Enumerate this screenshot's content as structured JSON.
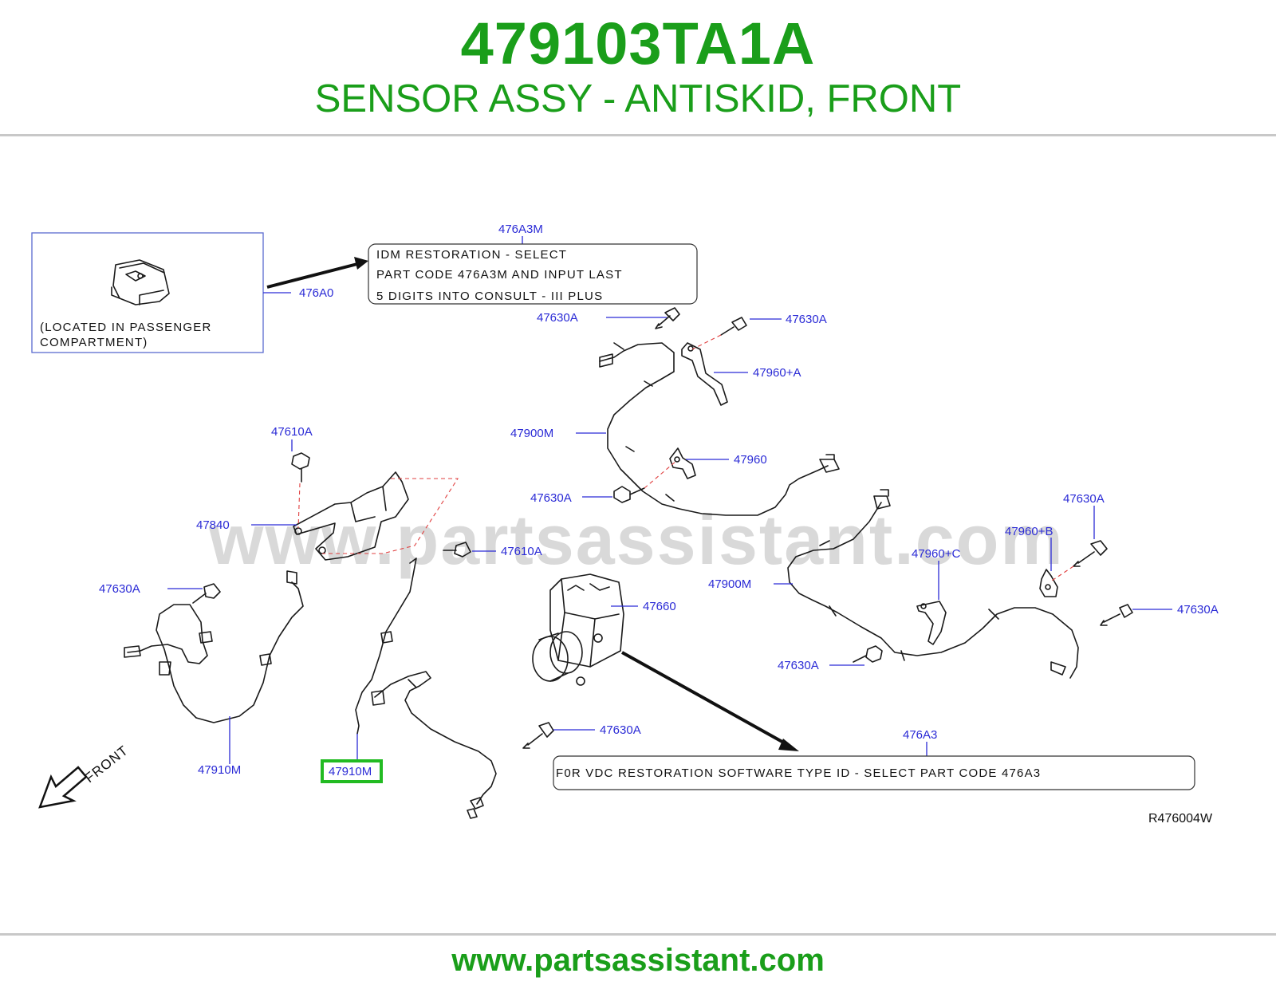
{
  "header": {
    "part_number": "479103TA1A",
    "description": "SENSOR ASSY - ANTISKID, FRONT"
  },
  "diagram": {
    "watermark": "www.partsassistant.com",
    "drawing_code": "R476004W",
    "front_label": "FRONT",
    "located_note": [
      "(LOCATED  IN  PASSENGER",
      "COMPARTMENT)"
    ],
    "idm_note": [
      "IDM   RESTORATION   -   SELECT",
      "PART   CODE   476A3M   AND   INPUT   LAST",
      "5   DIGITS   INTO   CONSULT   -   III   PLUS"
    ],
    "vdc_note": "F0R   VDC   RESTORATION   SOFTWARE   TYPE   ID   -   SELECT   PART   CODE   476A3",
    "labels": {
      "l476A3M": "476A3M",
      "l476A0": "476A0",
      "l47630A_1": "47630A",
      "l47630A_2": "47630A",
      "l47960A": "47960+A",
      "l47900M_1": "47900M",
      "l47960": "47960",
      "l47630A_3": "47630A",
      "l47610A_1": "47610A",
      "l47840": "47840",
      "l47610A_2": "47610A",
      "l47630A_4": "47630A",
      "l47960B": "47960+B",
      "l47960C": "47960+C",
      "l47900M_2": "47900M",
      "l47630A_5": "47630A",
      "l47630A_6": "47630A",
      "l47660": "47660",
      "l47630A_7": "47630A",
      "l47630A_8": "47630A",
      "l47910M_1": "47910M",
      "l47910M_2": "47910M",
      "l476A3": "476A3"
    },
    "highlighted_label": "47910M",
    "highlight_color": "#22bb22",
    "label_color": "#2b2bd6"
  },
  "footer": {
    "url": "www.partsassistant.com"
  }
}
